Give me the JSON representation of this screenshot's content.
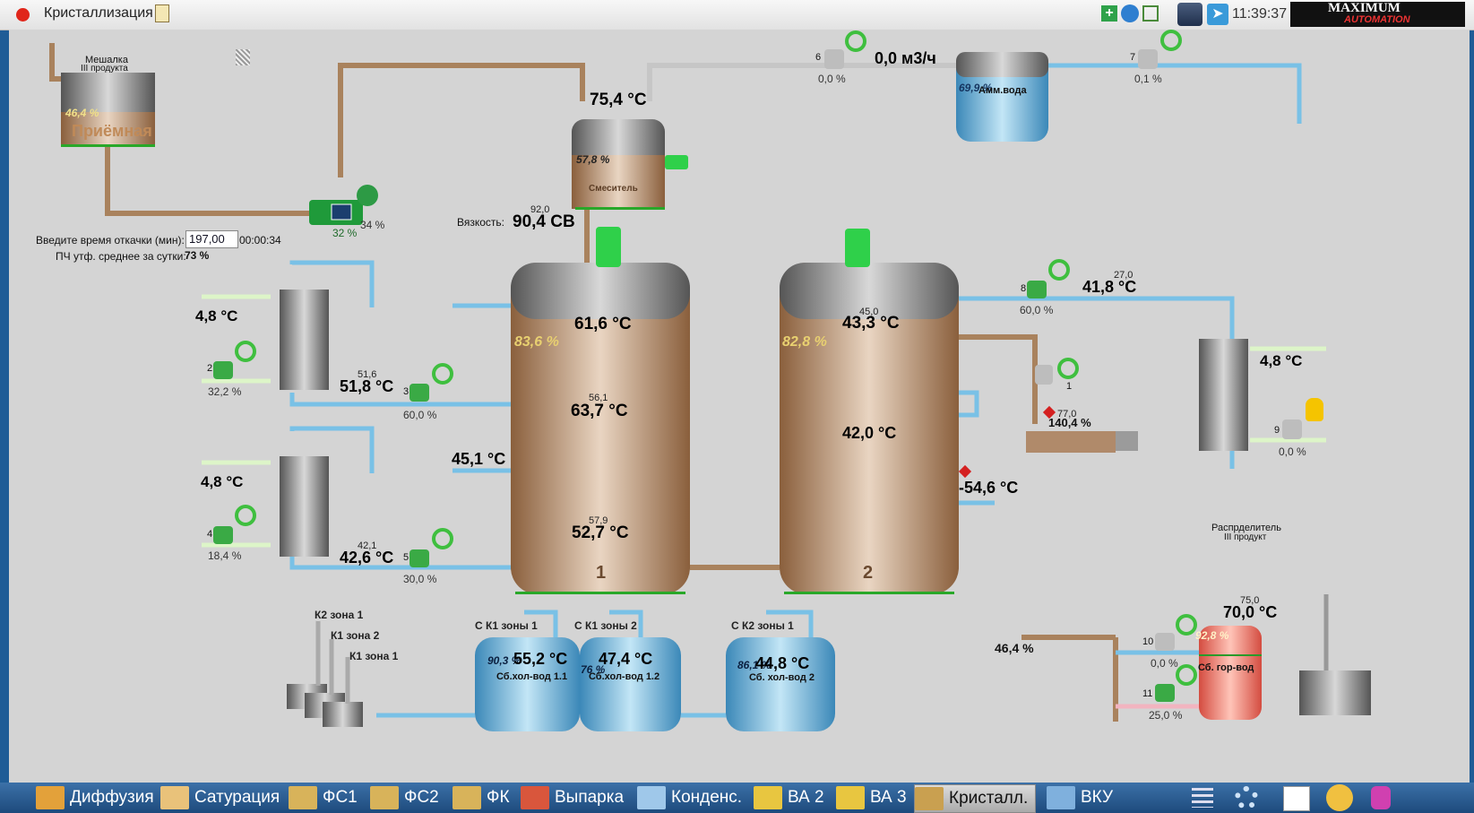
{
  "window": {
    "title": "Кристаллизация",
    "clock": "11:39:37",
    "logo_top": "MAXIMUM",
    "logo_bottom": "AUTOMATION"
  },
  "mixer_tank": {
    "title_line1": "Мешалка",
    "title_line2": "III продукта",
    "level": "46,4 %",
    "name": "Приёмная"
  },
  "pump": {
    "speed": "32 %",
    "aux": "34 %"
  },
  "pump_time": {
    "label": "Введите время откачки (мин):",
    "value": "197,00",
    "elapsed": "00:00:34"
  },
  "avg_label": "ПЧ утф. среднее за сутки:",
  "avg_value": "73 %",
  "blender": {
    "temp": "75,4 °C",
    "level": "57,8 %",
    "name": "Смеситель"
  },
  "viscosity": {
    "label": "Вязкость:",
    "setpoint": "92,0",
    "value": "90,4 CB"
  },
  "flow": {
    "value": "0,0 м3/ч"
  },
  "ammonia_tank": {
    "level": "69,9 %",
    "name": "Амм.вода"
  },
  "valves": [
    {
      "id": "6",
      "pct": "0,0 %"
    },
    {
      "id": "7",
      "pct": "0,1 %"
    },
    {
      "id": "2",
      "pct": "32,2 %"
    },
    {
      "id": "3",
      "pct": "60,0 %"
    },
    {
      "id": "4",
      "pct": "18,4 %"
    },
    {
      "id": "5",
      "pct": "30,0 %"
    },
    {
      "id": "8",
      "pct": "60,0 %"
    },
    {
      "id": "1",
      "pct": ""
    },
    {
      "id": "9",
      "pct": "0,0 %"
    },
    {
      "id": "10",
      "pct": "0,0 %"
    },
    {
      "id": "11",
      "pct": "25,0 %"
    }
  ],
  "hx_left": {
    "in_temp_1": "4,8 °C",
    "set_1": "51,6",
    "out_temp_1": "51,8 °C",
    "in_temp_2": "4,8 °C",
    "set_2": "42,1",
    "out_temp_2": "42,6 °C"
  },
  "crystallizer1": {
    "number": "1",
    "level": "83,6 %",
    "t_top": "61,6 °C",
    "set_mid": "56,1",
    "t_mid": "63,7 °C",
    "set_bot": "57,9",
    "t_bot": "52,7 °C",
    "t_jacket": "45,1 °C"
  },
  "crystallizer2": {
    "number": "2",
    "level": "82,8 %",
    "set_top": "45,0",
    "t_top": "43,3 °C",
    "t_mid": "42,0 °C",
    "t_out": "-54,6 °C"
  },
  "right_line": {
    "set": "27,0",
    "temp": "41,8 °C",
    "hx_temp": "4,8 °C"
  },
  "screw": {
    "set": "77,0",
    "load": "140,4 %"
  },
  "distributor": {
    "line1": "Распрделитель",
    "line2": "III продукт"
  },
  "hot_water": {
    "set": "75,0",
    "temp": "70,0 °C",
    "level": "92,8 %",
    "name": "Сб. гор-вод",
    "line_pct": "46,4 %"
  },
  "pumps_bottom": {
    "k2z1": "К2 зона 1",
    "k1z2": "К1 зона 2",
    "k1z1": "К1 зона 1"
  },
  "cold_tanks": [
    {
      "src": "С К1 зоны 1",
      "level": "90,3 %",
      "temp": "55,2 °C",
      "name": "Сб.хол-вод 1.1"
    },
    {
      "src": "С К1 зоны 2",
      "level": "76 %",
      "temp": "47,4 °C",
      "name": "Сб.хол-вод 1.2"
    },
    {
      "src": "С К2 зоны 1",
      "level": "86,1 %",
      "temp": "44,8 °C",
      "name": "Сб. хол-вод 2"
    }
  ],
  "taskbar": [
    {
      "label": "Диффузия",
      "color": "#e3a13a"
    },
    {
      "label": "Сатурация",
      "color": "#e9c27a"
    },
    {
      "label": "ФС1",
      "color": "#d8b35a"
    },
    {
      "label": "ФС2",
      "color": "#d8b35a"
    },
    {
      "label": "ФК",
      "color": "#d8b35a"
    },
    {
      "label": "Выпарка",
      "color": "#d9563c"
    },
    {
      "label": "Конденс.",
      "color": "#9fc8ea"
    },
    {
      "label": "ВА 2",
      "color": "#e8c640"
    },
    {
      "label": "ВА 3",
      "color": "#e8c640"
    },
    {
      "label": "Кристалл.",
      "color": "#c9a050"
    },
    {
      "label": "ВКУ",
      "color": "#7fb0dd"
    }
  ]
}
